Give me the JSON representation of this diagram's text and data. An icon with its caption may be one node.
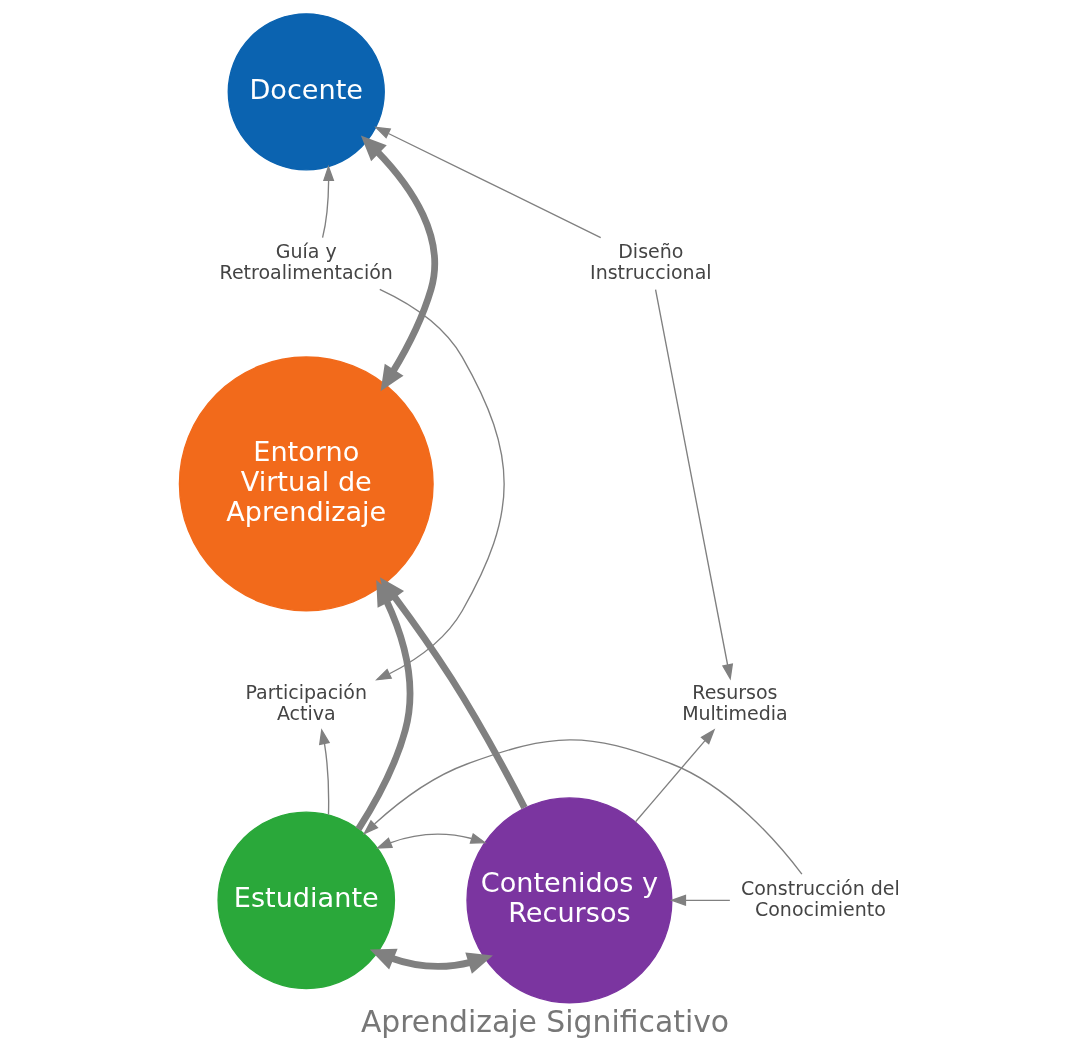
{
  "diagram": {
    "title": "Aprendizaje Significativo",
    "nodes": [
      {
        "text": [
          "Docente"
        ]
      },
      {
        "text": [
          "Entorno Virtual de Aprendizaje"
        ]
      },
      {
        "text": [
          "Estudiante"
        ]
      },
      {
        "text": [
          "Contenidos y Recursos"
        ]
      },
      {
        "text": [
          "Guía y Retroalimentación"
        ]
      },
      {
        "text": [
          "Diseño Instruccional"
        ]
      },
      {
        "text": [
          "Participación Activa"
        ]
      },
      {
        "text": [
          "Resursos Multimedia"
        ]
      },
      {
        "text": [
          "Construcción del Conocimiento"
        ]
      }
    ],
    "edges": [
      {
        "from": 1,
        "to": 0,
        "arrow": "both",
        "style": "thick"
      },
      {
        "from": 4,
        "to": 0,
        "arrow": "to"
      },
      {
        "from": 5,
        "to": 0,
        "arrow": "to"
      },
      {
        "from": 4,
        "to": 6,
        "arrow": "to"
      },
      {
        "from": 5,
        "to": 7,
        "arrow": "to"
      },
      {
        "from": 2,
        "to": 6,
        "arrow": "to"
      },
      {
        "from": 3,
        "to": 7,
        "arrow": "to"
      },
      {
        "from": 2,
        "to": 1,
        "arrow": "to",
        "style": "thick"
      },
      {
        "from": 3,
        "to": 1,
        "arrow": "to",
        "style": "thick"
      },
      {
        "from": 2,
        "to": 3,
        "arrow": "both",
        "style": "thick"
      },
      {
        "from": 8,
        "to": 2,
        "arrow": "to"
      },
      {
        "from": 8,
        "to": 3,
        "arrow": "to"
      },
      {
        "from": 2,
        "to": 3,
        "arrow": "both"
      }
    ]
  }
}
